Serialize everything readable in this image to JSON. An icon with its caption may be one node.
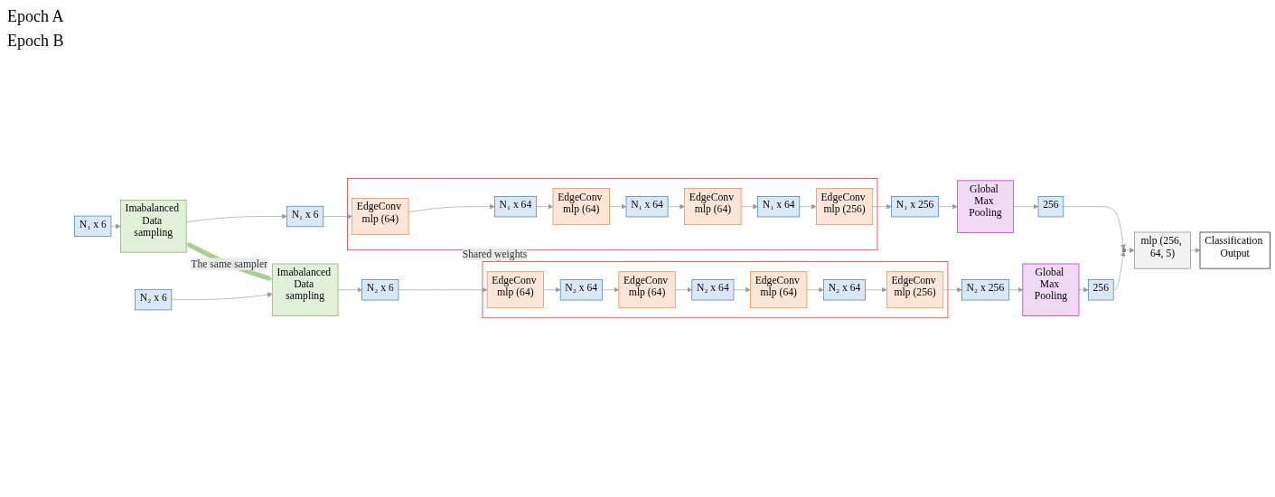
{
  "diagram": {
    "nodes": [
      {
        "text": [
          "N₁ x 6"
        ]
      },
      {
        "text": [
          "Imabalanced Data sampling"
        ]
      },
      {
        "text": [
          "N₁ x 6"
        ]
      },
      {
        "text": [],
        "shape": "box"
      },
      {
        "text": [
          "EdgeConv mlp (64)"
        ],
        "in": 3
      },
      {
        "text": [
          "N₁ x 64"
        ],
        "in": 3
      },
      {
        "text": [
          "EdgeConv mlp (64)"
        ],
        "in": 3
      },
      {
        "text": [
          "N₁ x 64"
        ],
        "in": 3
      },
      {
        "text": [
          "EdgeConv mlp (64)"
        ],
        "in": 3
      },
      {
        "text": [
          "N₁ x 64"
        ],
        "in": 3
      },
      {
        "text": [
          "EdgeConv mlp (256)"
        ],
        "in": 3
      },
      {
        "text": [
          "N₁ x 256"
        ]
      },
      {
        "text": [
          "Global Max Pooling"
        ]
      },
      {
        "text": [
          "256"
        ]
      },
      {
        "text": [],
        "shape": "circle"
      },
      {
        "text": [
          "mlp (256, 64, 5)"
        ]
      },
      {
        "text": [
          "Classification Output"
        ]
      },
      {
        "text": [
          "N₂ x 6"
        ]
      },
      {
        "text": [
          "Imabalanced Data sampling"
        ]
      },
      {
        "text": [
          "N₂ x 6"
        ]
      },
      {
        "text": [],
        "shape": "box"
      },
      {
        "text": [
          "EdgeConv mlp (64)"
        ],
        "in": 20
      },
      {
        "text": [
          "N₂ x 64"
        ],
        "in": 20
      },
      {
        "text": [
          "EdgeConv mlp (64)"
        ],
        "in": 20
      },
      {
        "text": [
          "N₂ x 64"
        ],
        "in": 20
      },
      {
        "text": [
          "EdgeConv mlp (64)"
        ],
        "in": 20
      },
      {
        "text": [
          "N₂ x 64"
        ],
        "in": 20
      },
      {
        "text": [
          "EdgeConv mlp (256)"
        ],
        "in": 20
      },
      {
        "text": [
          "N₂ x 256"
        ]
      },
      {
        "text": [
          "Global Max Pooling"
        ]
      },
      {
        "text": [
          "256"
        ]
      }
    ],
    "edges": [
      {
        "from": 0,
        "to": 1,
        "arrow": "to"
      },
      {
        "from": 1,
        "to": 2,
        "arrow": "to"
      },
      {
        "from": 2,
        "to": 4,
        "arrow": "to"
      },
      {
        "from": 4,
        "to": 5,
        "arrow": "to"
      },
      {
        "from": 5,
        "to": 6,
        "arrow": "to"
      },
      {
        "from": 6,
        "to": 7,
        "arrow": "to"
      },
      {
        "from": 7,
        "to": 8,
        "arrow": "to"
      },
      {
        "from": 8,
        "to": 9,
        "arrow": "to"
      },
      {
        "from": 9,
        "to": 10,
        "arrow": "to"
      },
      {
        "from": 10,
        "to": 11,
        "arrow": "to"
      },
      {
        "from": 11,
        "to": 12,
        "arrow": "to"
      },
      {
        "from": 12,
        "to": 13,
        "arrow": "to"
      },
      {
        "from": 13,
        "to": 14,
        "arrow": "to"
      },
      {
        "from": 14,
        "to": 15,
        "arrow": "to"
      },
      {
        "from": 15,
        "to": 16,
        "arrow": "to"
      },
      {
        "from": 17,
        "to": 18,
        "arrow": "to"
      },
      {
        "from": 18,
        "to": 19,
        "arrow": "to"
      },
      {
        "from": 19,
        "to": 21,
        "arrow": "to"
      },
      {
        "from": 21,
        "to": 22,
        "arrow": "to"
      },
      {
        "from": 22,
        "to": 23,
        "arrow": "to"
      },
      {
        "from": 23,
        "to": 24,
        "arrow": "to"
      },
      {
        "from": 24,
        "to": 25,
        "arrow": "to"
      },
      {
        "from": 25,
        "to": 26,
        "arrow": "to"
      },
      {
        "from": 26,
        "to": 27,
        "arrow": "to"
      },
      {
        "from": 27,
        "to": 28,
        "arrow": "to"
      },
      {
        "from": 28,
        "to": 29,
        "arrow": "to"
      },
      {
        "from": 29,
        "to": 30,
        "arrow": "to"
      },
      {
        "from": 30,
        "to": 14,
        "arrow": "to"
      },
      {
        "from": 1,
        "to": 18,
        "arrow": "both",
        "label": "The same sampler",
        "style": "thick",
        "color": "#a9d18e"
      },
      {
        "from": 3,
        "to": 20,
        "arrow": "both",
        "label": "Shared weights",
        "style": "thick",
        "color": "#9dc3e6"
      }
    ],
    "labels": [
      "Epoch A",
      "Epoch B"
    ]
  }
}
